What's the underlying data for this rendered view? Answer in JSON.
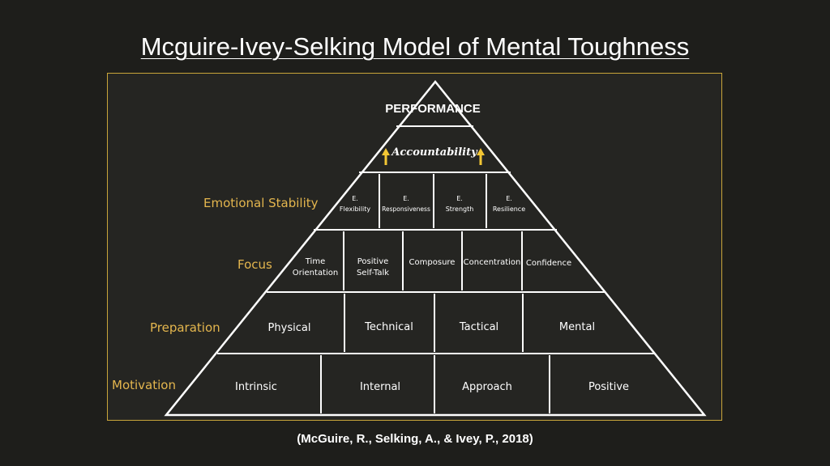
{
  "title": "Mcguire-Ivey-Selking Model of Mental Toughness",
  "citation": "(McGuire, R., Selking, A., & Ivey, P., 2018)",
  "colors": {
    "background": "#1e1e1b",
    "panel": "#252522",
    "frame": "#c9a53a",
    "level_label": "#e4b64e",
    "lines": "#ffffff",
    "arrow": "#f2c634"
  },
  "pyramid": {
    "apex": "PERFORMANCE",
    "accountability": {
      "label": "Accountability",
      "icon": "up-arrow-icon"
    },
    "levels": {
      "emotional_stability": {
        "label": "Emotional Stability",
        "cells": [
          {
            "line1": "E.",
            "line2": "Flexibility"
          },
          {
            "line1": "E.",
            "line2": "Responsiveness"
          },
          {
            "line1": "E.",
            "line2": "Strength"
          },
          {
            "line1": "E.",
            "line2": "Resilience"
          }
        ]
      },
      "focus": {
        "label": "Focus",
        "cells": [
          {
            "line1": "Time",
            "line2": "Orientation"
          },
          {
            "line1": "Positive",
            "line2": "Self-Talk"
          },
          {
            "line1": "Composure",
            "line2": ""
          },
          {
            "line1": "Concentration",
            "line2": ""
          },
          {
            "line1": "Confidence",
            "line2": ""
          }
        ]
      },
      "preparation": {
        "label": "Preparation",
        "cells": [
          {
            "line1": "Physical",
            "line2": ""
          },
          {
            "line1": "Technical",
            "line2": ""
          },
          {
            "line1": "Tactical",
            "line2": ""
          },
          {
            "line1": "Mental",
            "line2": ""
          }
        ]
      },
      "motivation": {
        "label": "Motivation",
        "cells": [
          {
            "line1": "Intrinsic",
            "line2": ""
          },
          {
            "line1": "Internal",
            "line2": ""
          },
          {
            "line1": "Approach",
            "line2": ""
          },
          {
            "line1": "Positive",
            "line2": ""
          }
        ]
      }
    }
  }
}
